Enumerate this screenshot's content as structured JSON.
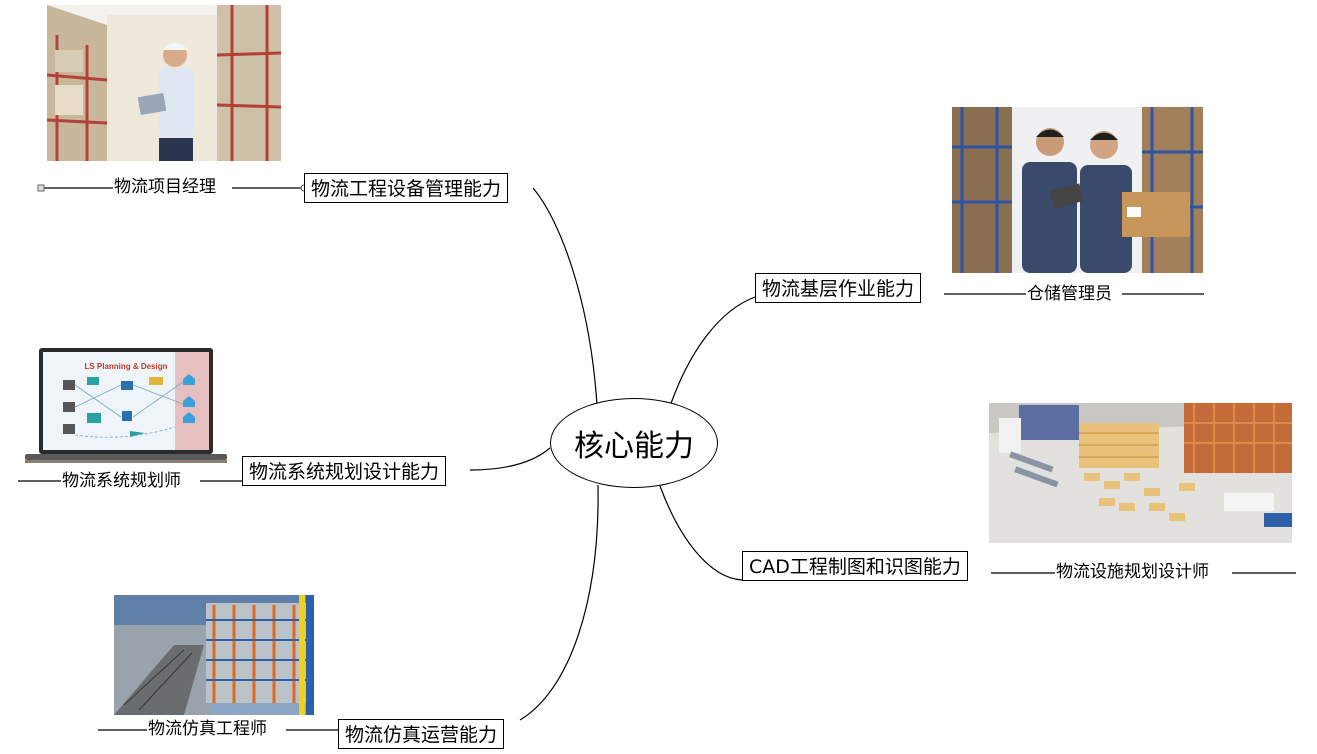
{
  "center": {
    "label": "核心能力"
  },
  "branches": [
    {
      "id": "equipment",
      "label": "物流工程设备管理能力",
      "role": "物流项目经理"
    },
    {
      "id": "planning",
      "label": "物流系统规划设计能力",
      "role": "物流系统规划师"
    },
    {
      "id": "simulation",
      "label": "物流仿真运营能力",
      "role": "物流仿真工程师"
    },
    {
      "id": "basic",
      "label": "物流基层作业能力",
      "role": "仓储管理员"
    },
    {
      "id": "cad",
      "label": "CAD工程制图和识图能力",
      "role": "物流设施规划设计师"
    }
  ],
  "images": {
    "laptop_screen_title": "LS Planning & Design"
  },
  "colors": {
    "line": "#000000",
    "rack_orange": "#e06a1f",
    "rack_blue": "#2f5fa8",
    "uniform": "#3a4a6b",
    "box": "#c8955a"
  },
  "icons": [
    "project-manager-photo",
    "warehouse-staff-photo",
    "planning-laptop-image",
    "facility-3d-render",
    "simulation-render"
  ]
}
